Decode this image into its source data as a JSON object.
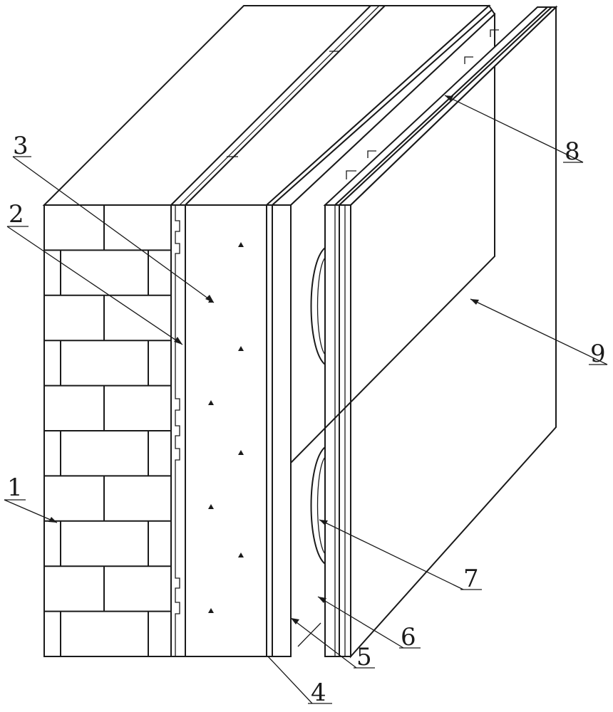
{
  "figure": {
    "labels": [
      {
        "id": "1",
        "text": "1"
      },
      {
        "id": "2",
        "text": "2"
      },
      {
        "id": "3",
        "text": "3"
      },
      {
        "id": "4",
        "text": "4"
      },
      {
        "id": "5",
        "text": "5"
      },
      {
        "id": "6",
        "text": "6"
      },
      {
        "id": "7",
        "text": "7"
      },
      {
        "id": "8",
        "text": "8"
      },
      {
        "id": "9",
        "text": "9"
      }
    ]
  },
  "colors": {
    "line": "#1a1a1a",
    "background": "#ffffff"
  }
}
